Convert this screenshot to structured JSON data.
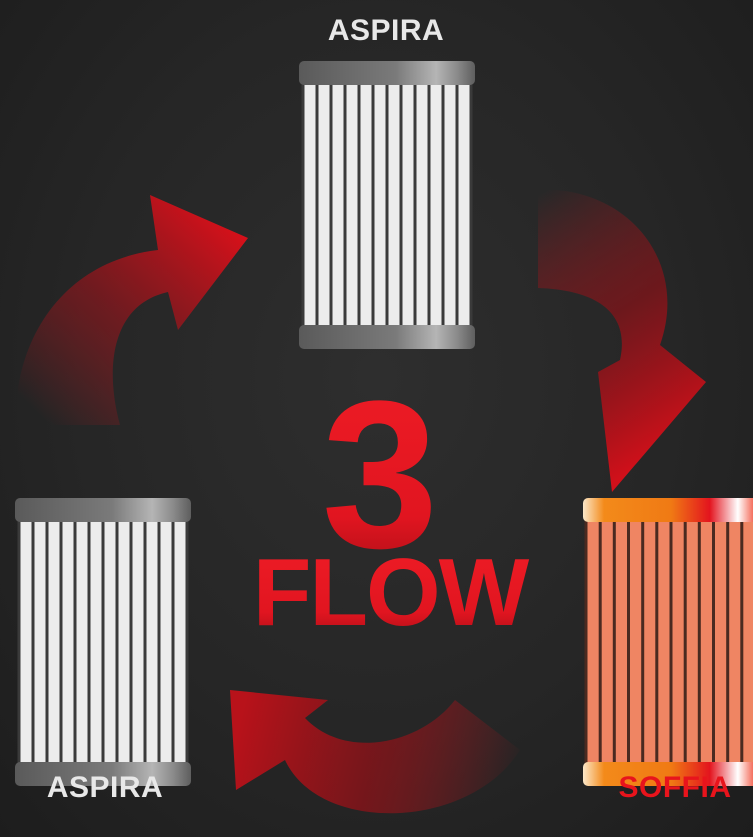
{
  "labels": {
    "top": "ASPIRA",
    "bottom_left": "ASPIRA",
    "bottom_right": "SOFFIA"
  },
  "center": {
    "number": "3",
    "word": "FLOW"
  },
  "colors": {
    "background": "#262626",
    "accent_red": "#e31520",
    "label_white": "#e8e8e8",
    "label_red": "#e8141c",
    "filter_white_body": "#e2e2e2",
    "filter_hot_body": "#ef8160",
    "cap_grey": "#6f6f6f",
    "cap_hot_orange": "#f38a1a"
  },
  "icons": {
    "filter": "cylindrical-filter-icon",
    "arrow": "curved-arrow-icon"
  }
}
